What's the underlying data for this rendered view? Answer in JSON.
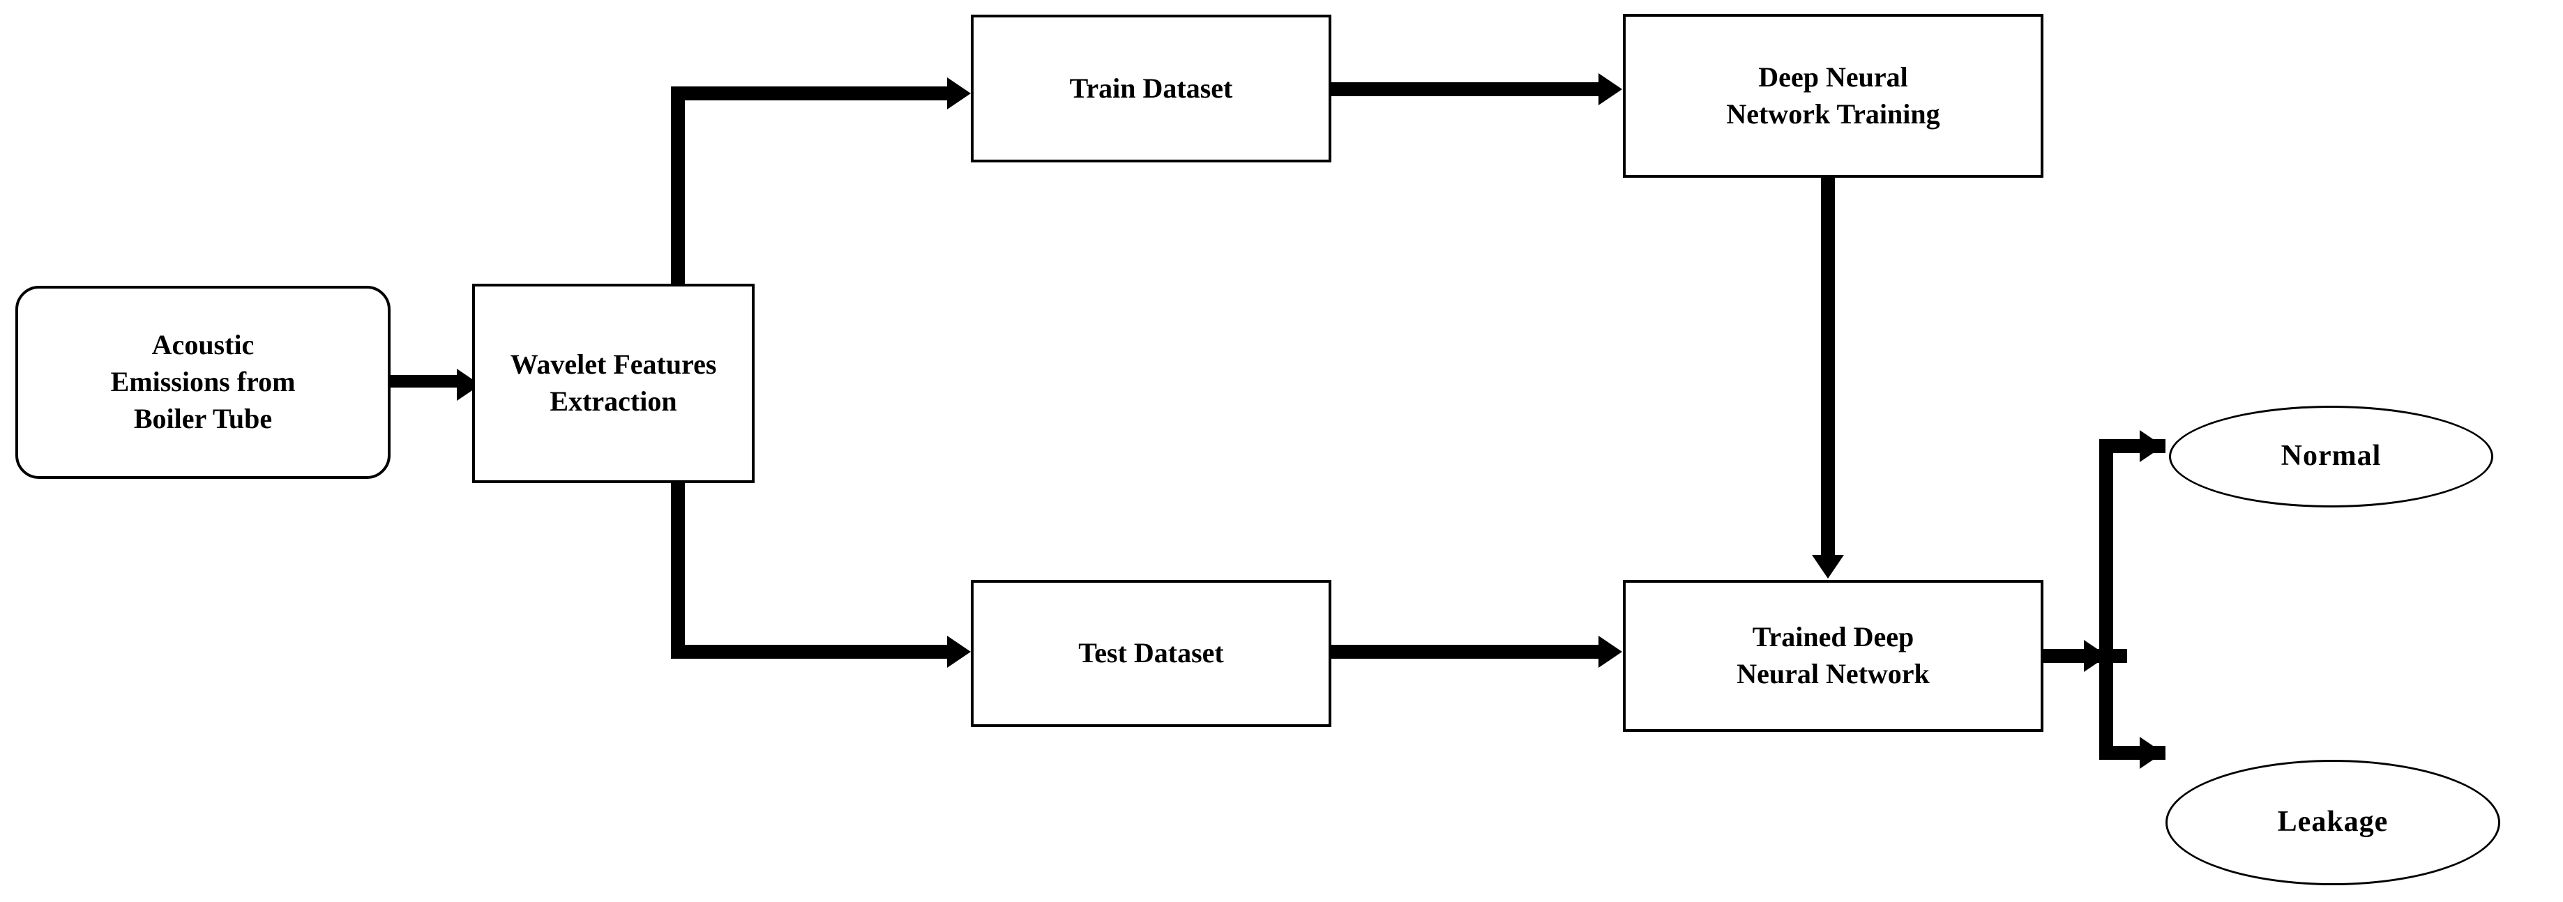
{
  "diagram": {
    "title": "Acoustic emission boiler tube leakage detection pipeline",
    "background_color": "#ffffff",
    "line_color": "#000000",
    "nodes": [
      {
        "id": "acoustic",
        "label": "Acoustic\nEmissions from\nBoiler Tube",
        "shape": "rounded-rectangle"
      },
      {
        "id": "wavelet",
        "label": "Wavelet Features\nExtraction",
        "shape": "rectangle"
      },
      {
        "id": "train",
        "label": "Train Dataset",
        "shape": "rectangle"
      },
      {
        "id": "test",
        "label": "Test Dataset",
        "shape": "rectangle"
      },
      {
        "id": "dnn_train",
        "label": "Deep Neural\nNetwork Training",
        "shape": "rectangle"
      },
      {
        "id": "dnn_trained",
        "label": "Trained Deep\nNeural Network",
        "shape": "rectangle"
      },
      {
        "id": "normal",
        "label": "Normal",
        "shape": "ellipse"
      },
      {
        "id": "leakage",
        "label": "Leakage",
        "shape": "ellipse"
      }
    ],
    "edges": [
      {
        "from": "acoustic",
        "to": "wavelet",
        "style": "straight-arrow"
      },
      {
        "from": "wavelet",
        "to": "train",
        "style": "elbow-arrow-up"
      },
      {
        "from": "wavelet",
        "to": "test",
        "style": "elbow-arrow-down"
      },
      {
        "from": "train",
        "to": "dnn_train",
        "style": "straight-arrow"
      },
      {
        "from": "test",
        "to": "dnn_trained",
        "style": "straight-arrow"
      },
      {
        "from": "dnn_train",
        "to": "dnn_trained",
        "style": "vertical-arrow"
      },
      {
        "from": "dnn_trained",
        "to": "normal",
        "style": "elbow-arrow-up"
      },
      {
        "from": "dnn_trained",
        "to": "leakage",
        "style": "elbow-arrow-down"
      }
    ]
  }
}
